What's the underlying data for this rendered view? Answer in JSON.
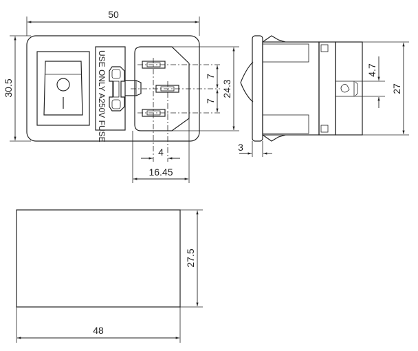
{
  "front_view": {
    "label": "USE ONLY A250V FUSE",
    "dims": {
      "width": "50",
      "height": "30.5",
      "socket_height": "24.3",
      "pin_pitch_top": "7",
      "pin_pitch_bottom": "7",
      "pin_offset": "4",
      "socket_width": "16.45"
    }
  },
  "side_view": {
    "dims": {
      "flange": "3",
      "slot": "4.7",
      "height": "27"
    }
  },
  "cutout": {
    "dims": {
      "height": "27.5",
      "width": "48"
    }
  }
}
